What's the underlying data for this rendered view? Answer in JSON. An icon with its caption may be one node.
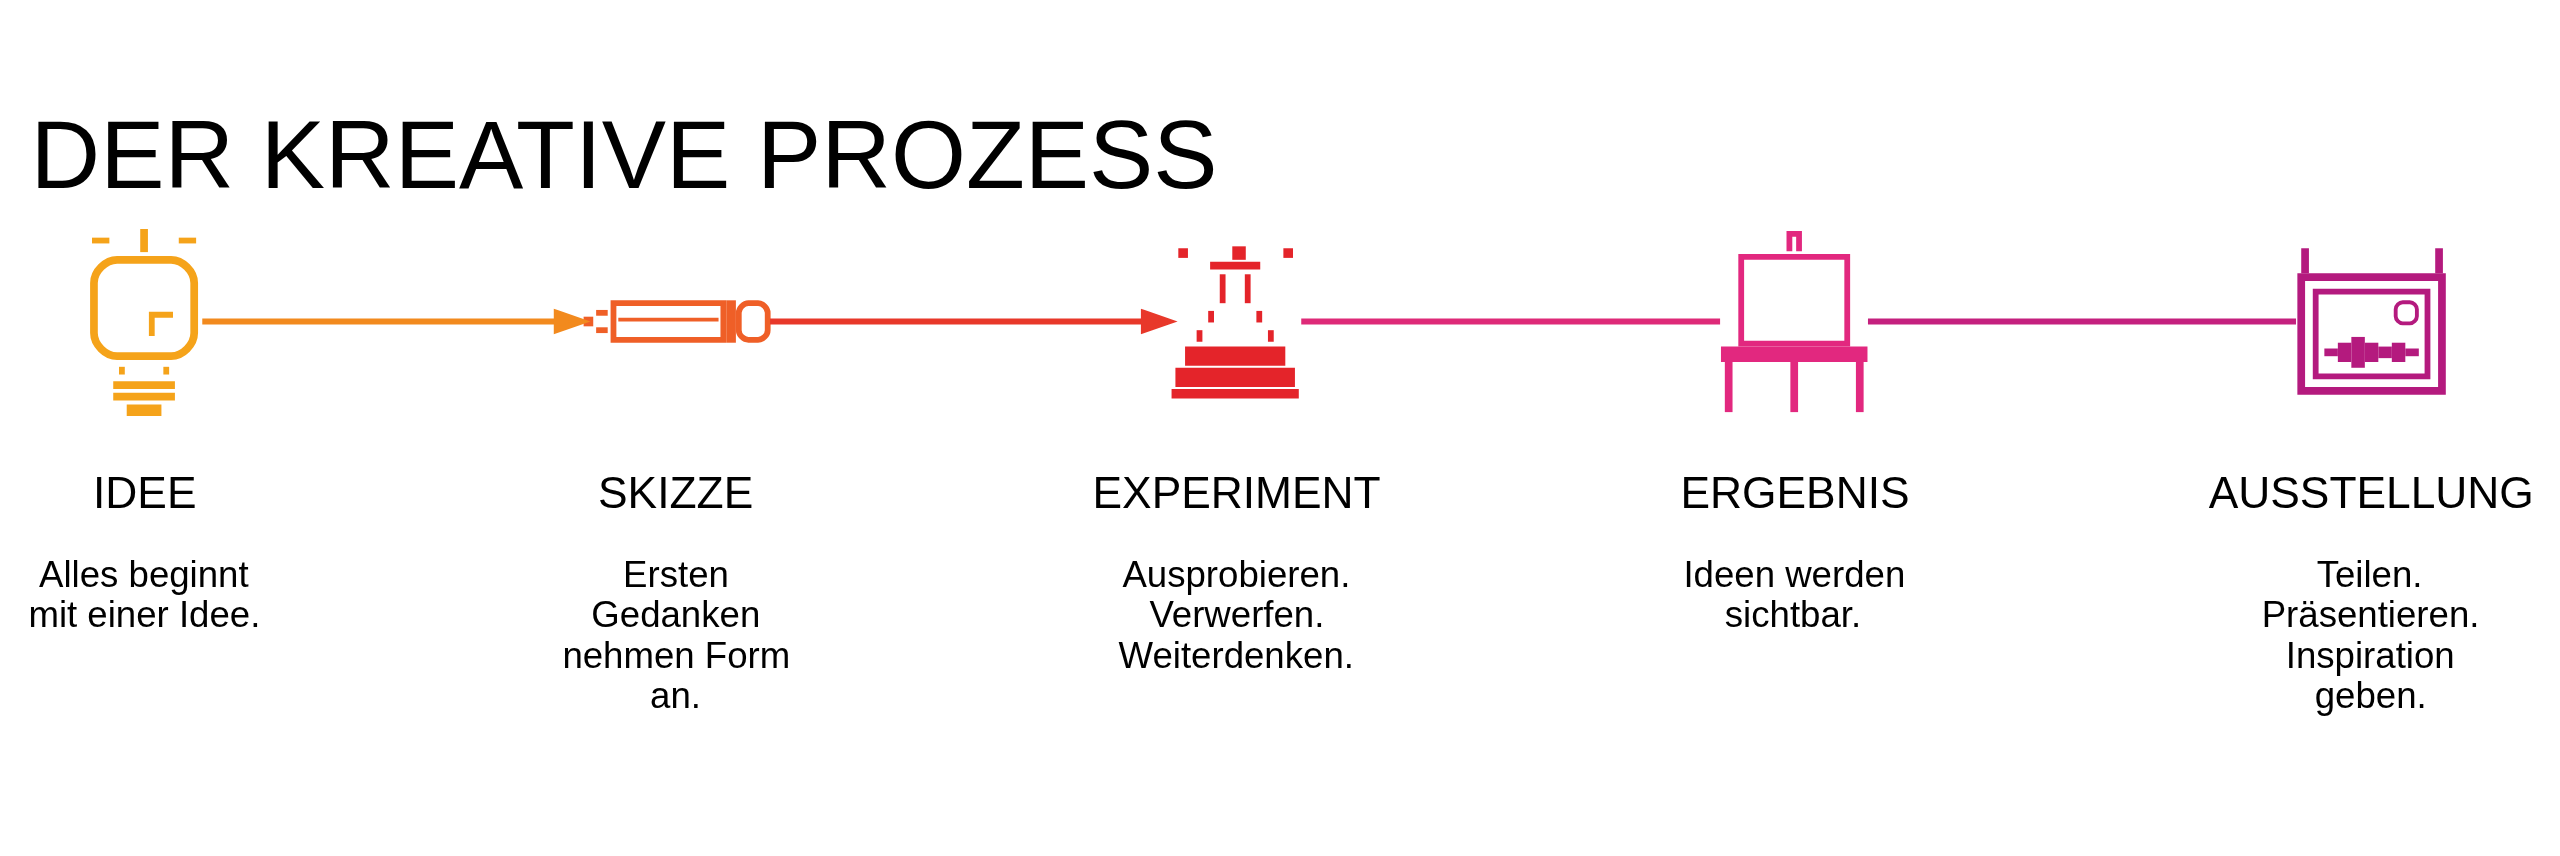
{
  "diagram": {
    "title": "DER KREATIVE PROZESS",
    "nodes": [
      {
        "text": [],
        "shape": "picture",
        "beside": [
          "IDEE",
          "Alles beginnt mit einer Idee."
        ]
      },
      {
        "text": [],
        "shape": "picture",
        "beside": [
          "SKIZZE",
          "Ersten Gedanken nehmen Form an."
        ]
      },
      {
        "text": [],
        "shape": "picture",
        "beside": [
          "EXPERIMENT",
          "Ausprobieren. Verwerfen. Weiterdenken."
        ]
      },
      {
        "text": [],
        "shape": "picture",
        "beside": [
          "ERGEBNIS",
          "Ideen werden sichtbar."
        ]
      },
      {
        "text": [],
        "shape": "picture",
        "beside": [
          "AUSSTELLUNG",
          "Teilen. Präsentieren. Inspiration geben."
        ]
      }
    ],
    "edges": [
      {
        "from": 0,
        "to": 1,
        "arrow": "to",
        "color": "#f28a1e"
      },
      {
        "from": 1,
        "to": 2,
        "arrow": "to",
        "color": "#e8382a"
      },
      {
        "from": 2,
        "to": 3,
        "arrow": "none",
        "color": "#de2a78"
      },
      {
        "from": 3,
        "to": 4,
        "arrow": "none",
        "color": "#c4207e"
      }
    ]
  }
}
